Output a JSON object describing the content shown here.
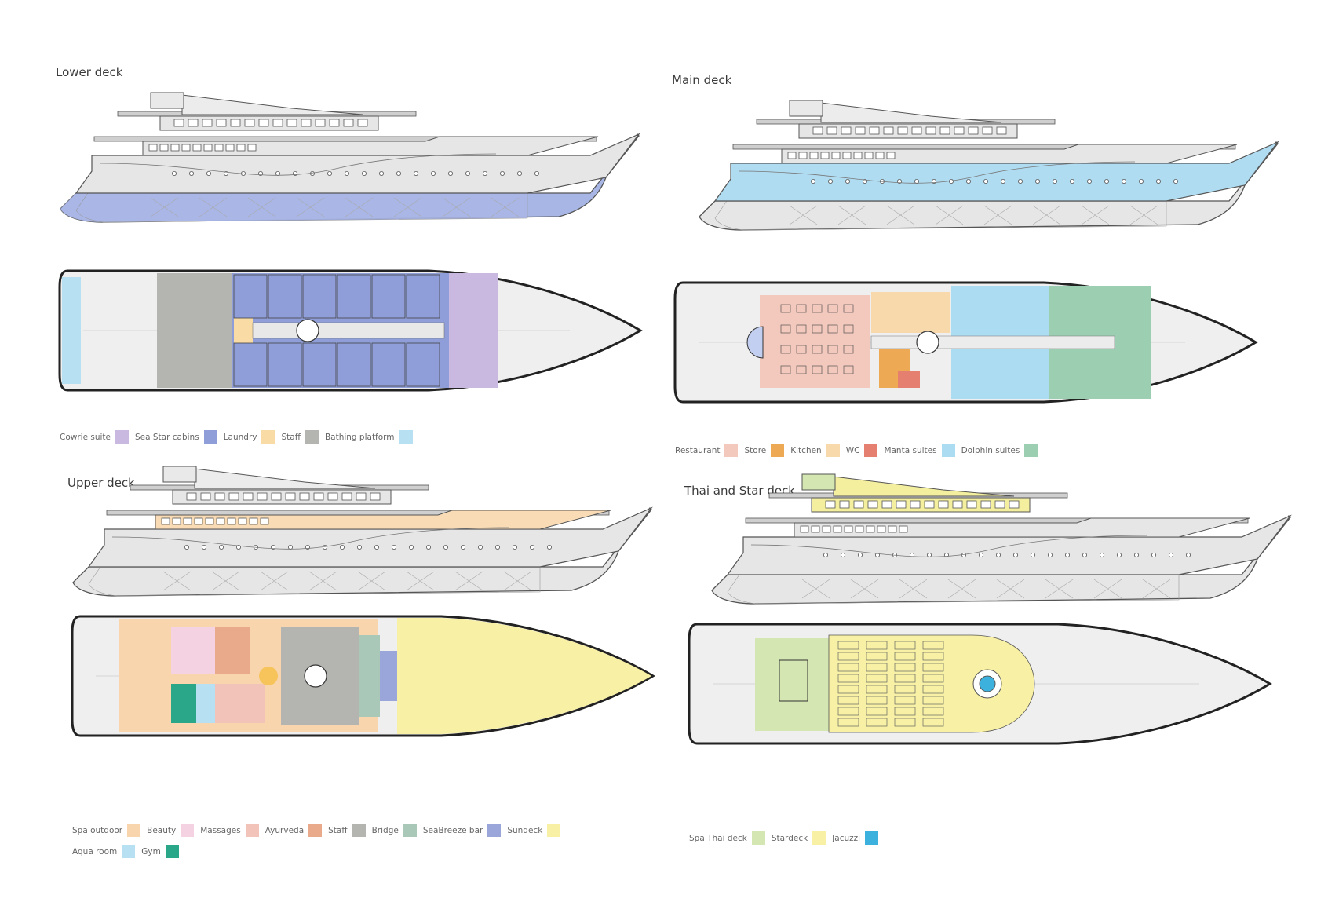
{
  "decks": [
    {
      "id": "lower",
      "title": "Lower deck",
      "profile_highlight": "hull",
      "highlight_color": "#a8b6e6",
      "legend": [
        {
          "label": "Cowrie suite",
          "color": "#c9b8e0"
        },
        {
          "label": "Sea Star cabins",
          "color": "#8f9ed8"
        },
        {
          "label": "Laundry",
          "color": "#f9dca5"
        },
        {
          "label": "Staff",
          "color": "#b4b4b0"
        },
        {
          "label": "Bathing platform",
          "color": "#b8e0f3"
        }
      ]
    },
    {
      "id": "main",
      "title": "Main deck",
      "profile_highlight": "main",
      "highlight_color": "#b0dcf2",
      "legend": [
        {
          "label": "Restaurant",
          "color": "#f3c9bd"
        },
        {
          "label": "Store",
          "color": "#eea955"
        },
        {
          "label": "Kitchen",
          "color": "#f7d9ab"
        },
        {
          "label": "WC",
          "color": "#e57f6f"
        },
        {
          "label": "Manta suites",
          "color": "#acdcf2"
        },
        {
          "label": "Dolphin suites",
          "color": "#9ccfb2"
        }
      ]
    },
    {
      "id": "upper",
      "title": "Upper deck",
      "profile_highlight": "upper",
      "highlight_color": "#f9dcb5",
      "legend": [
        {
          "label": "Spa outdoor",
          "color": "#f8d5ad"
        },
        {
          "label": "Beauty",
          "color": "#f5d2e2"
        },
        {
          "label": "Massages",
          "color": "#f2c4b9"
        },
        {
          "label": "Ayurveda",
          "color": "#e9aa8c"
        },
        {
          "label": "Staff",
          "color": "#b4b4b0"
        },
        {
          "label": "Bridge",
          "color": "#a9c8b7"
        },
        {
          "label": "SeaBreeze bar",
          "color": "#9aa6da"
        },
        {
          "label": "Sundeck",
          "color": "#f8f0a4"
        },
        {
          "label": "Aqua room",
          "color": "#b8e0f3"
        },
        {
          "label": "Gym",
          "color": "#2aa689"
        }
      ]
    },
    {
      "id": "thai",
      "title": "Thai and Star deck",
      "profile_highlight": "top",
      "highlight_color": "#f4ef9e",
      "legend": [
        {
          "label": "Spa Thai deck",
          "color": "#d4e6b1"
        },
        {
          "label": "Stardeck",
          "color": "#f8f0a4"
        },
        {
          "label": "Jacuzzi",
          "color": "#3cb1dd"
        }
      ]
    }
  ]
}
